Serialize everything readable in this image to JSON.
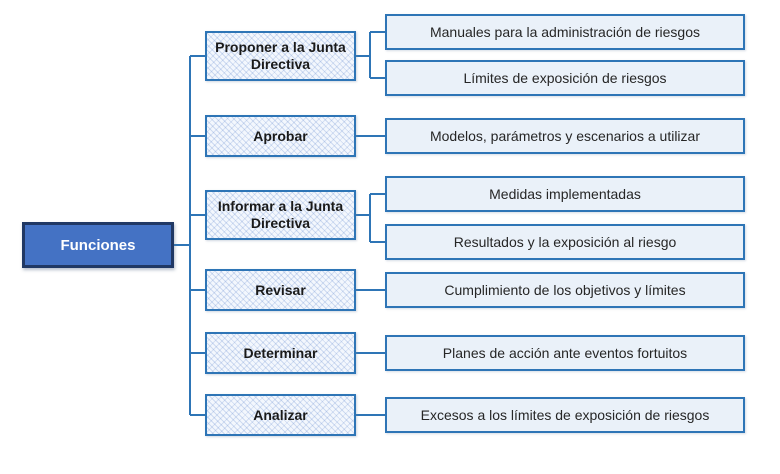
{
  "title": "Funciones",
  "colors": {
    "root_fill": "#4472C4",
    "root_border": "#203864",
    "root_text": "#FFFFFF",
    "branch_fill": "#F3F7FD",
    "branch_border": "#2E75B6",
    "detail_fill": "#EAF1F9",
    "detail_border": "#2E75B6",
    "connector": "#2E75B6",
    "text": "#1A1A1A"
  },
  "root": {
    "label": "Funciones"
  },
  "rows": [
    {
      "label": "Proponer a la Junta Directiva",
      "children": [
        "Manuales para la administración de riesgos",
        "Límites de exposición de riesgos"
      ]
    },
    {
      "label": "Aprobar",
      "children": [
        "Modelos, parámetros y escenarios a utilizar"
      ]
    },
    {
      "label": "Informar a la Junta Directiva",
      "children": [
        "Medidas implementadas",
        "Resultados y la exposición al riesgo"
      ]
    },
    {
      "label": "Revisar",
      "children": [
        "Cumplimiento de los objetivos y límites"
      ]
    },
    {
      "label": "Determinar",
      "children": [
        "Planes de acción ante eventos fortuitos"
      ]
    },
    {
      "label": "Analizar",
      "children": [
        "Excesos a los límites de exposición de riesgos"
      ]
    }
  ]
}
